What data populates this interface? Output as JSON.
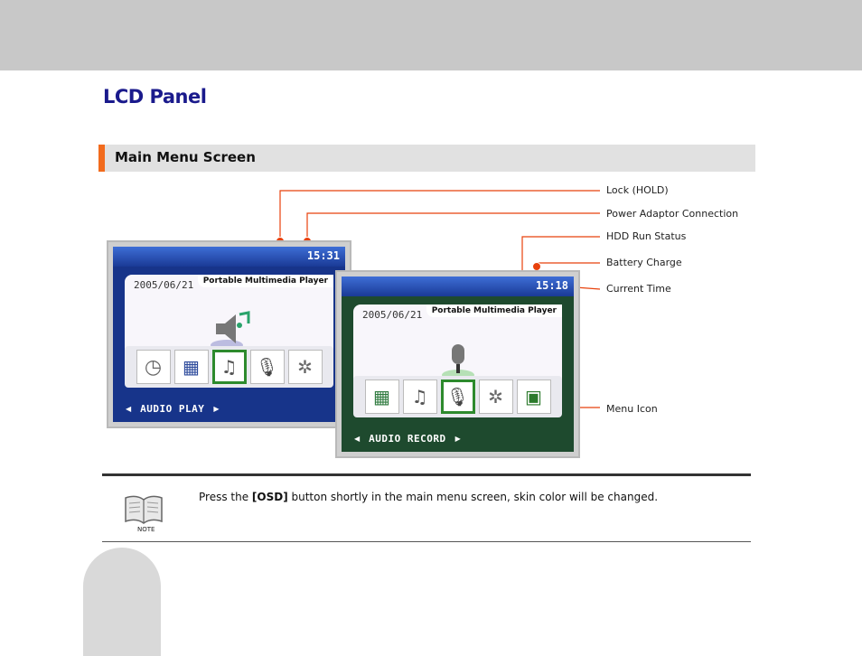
{
  "page_title": "LCD Panel",
  "section_title": "Main Menu Screen",
  "callouts": {
    "lock": "Lock (HOLD)",
    "power": "Power Adaptor Connection",
    "hdd": "HDD Run Status",
    "battery": "Battery Charge",
    "time": "Current Time",
    "menu_icon": "Menu Icon"
  },
  "lcd_left": {
    "time": "15:31",
    "date": "2005/06/21",
    "subtitle": "Portable Multimedia Player",
    "mode": "AUDIO PLAY",
    "theme": "#1a3a96"
  },
  "lcd_right": {
    "time": "15:18",
    "date": "2005/06/21",
    "subtitle": "Portable Multimedia Player",
    "mode": "AUDIO RECORD",
    "theme": "#1e4a2e"
  },
  "note": {
    "label": "NOTE",
    "prefix": "Press the ",
    "key": "[OSD]",
    "suffix": " button shortly in the main menu screen, skin color will be changed."
  },
  "colors": {
    "accent": "#f26b1d",
    "title": "#1a1a8c",
    "callout_dot": "#e8410c"
  }
}
